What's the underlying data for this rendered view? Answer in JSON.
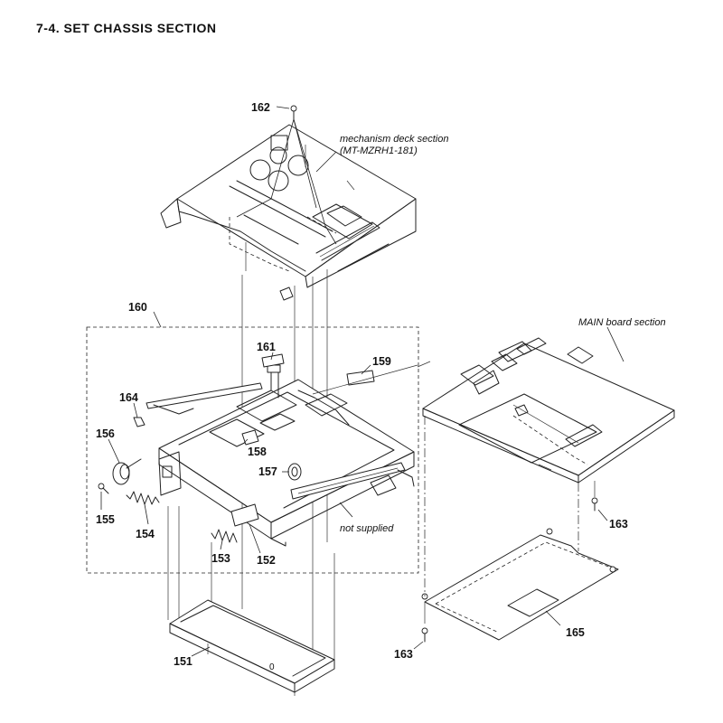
{
  "title": "7-4.   SET  CHASSIS  SECTION",
  "notes": {
    "mechanism_deck_line1": "mechanism deck section",
    "mechanism_deck_line2": "(MT-MZRH1-181)",
    "main_board": "MAIN board section",
    "not_supplied": "not supplied"
  },
  "callouts": {
    "p151": "151",
    "p152": "152",
    "p153": "153",
    "p154": "154",
    "p155": "155",
    "p156": "156",
    "p157": "157",
    "p158": "158",
    "p159": "159",
    "p160": "160",
    "p161": "161",
    "p162": "162",
    "p163a": "163",
    "p163b": "163",
    "p164": "164",
    "p165": "165"
  },
  "part_marks": {
    "bottom_cover_mark": "0"
  }
}
